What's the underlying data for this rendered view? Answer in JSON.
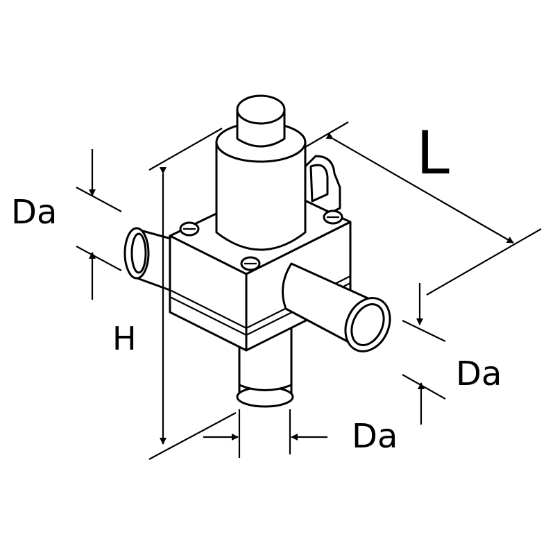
{
  "labels": {
    "da_left": "Da",
    "da_right": "Da",
    "da_bottom": "Da",
    "height": "H",
    "length": "L"
  },
  "colors": {
    "line": "#000000",
    "background": "#ffffff"
  }
}
